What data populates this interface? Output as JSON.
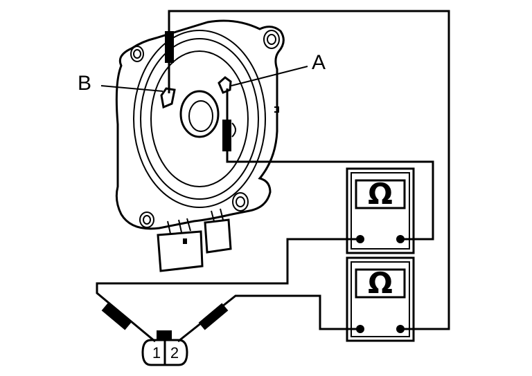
{
  "labels": {
    "terminal_a": "A",
    "terminal_b": "B"
  },
  "meters": {
    "upper_symbol": "Ω",
    "lower_symbol": "Ω"
  },
  "connector": {
    "pin_1": "1",
    "pin_2": "2"
  },
  "colors": {
    "line": "#000000",
    "background": "#ffffff"
  }
}
